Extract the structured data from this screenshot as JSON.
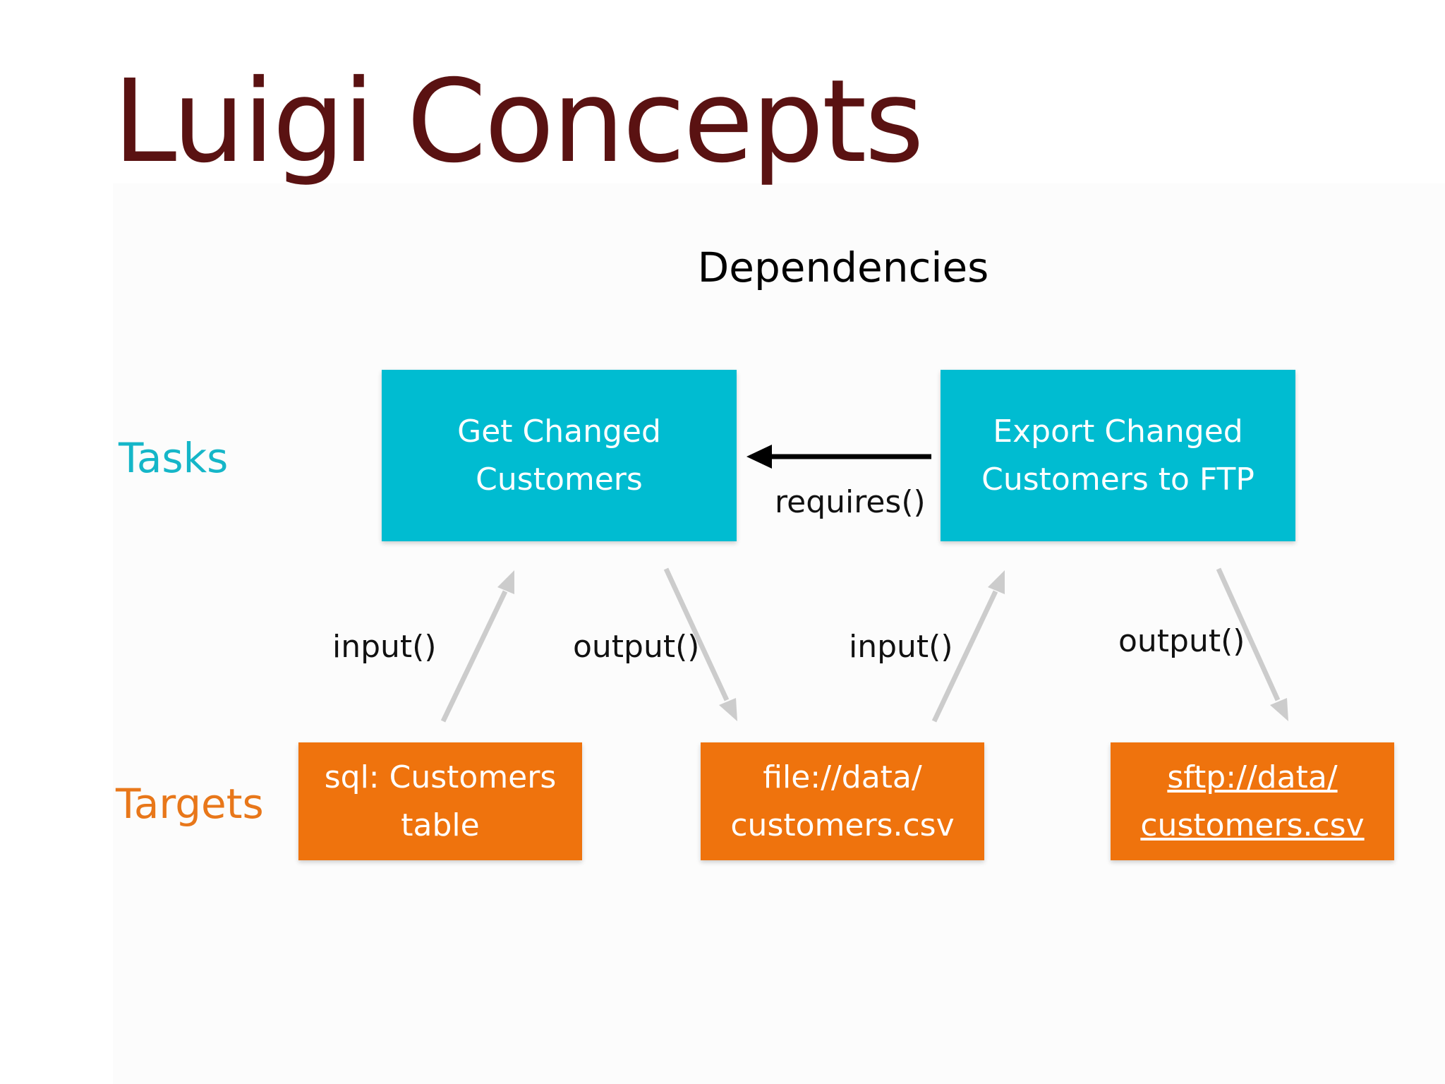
{
  "colors": {
    "title": "#5a1212",
    "task_fill": "#00bcd1",
    "target_fill": "#ef730d",
    "tasks_label": "#15b6c8",
    "targets_label": "#e8771a",
    "requires_arrow": "#000000",
    "io_arrow": "#cccccc"
  },
  "slide": {
    "title": "Luigi Concepts",
    "subtitle": "Dependencies"
  },
  "row_labels": {
    "tasks": "Tasks",
    "targets": "Targets"
  },
  "tasks": [
    {
      "label": "Get Changed\nCustomers"
    },
    {
      "label": "Export Changed\nCustomers to FTP"
    }
  ],
  "targets": [
    {
      "label": "sql: Customers\ntable"
    },
    {
      "label": "file://data/\ncustomers.csv"
    },
    {
      "label": "sftp://data/\ncustomers.csv"
    }
  ],
  "edges": {
    "requires": "requires()",
    "input_1": "input()",
    "output_1": "output()",
    "input_2": "input()",
    "output_2": "output()"
  }
}
